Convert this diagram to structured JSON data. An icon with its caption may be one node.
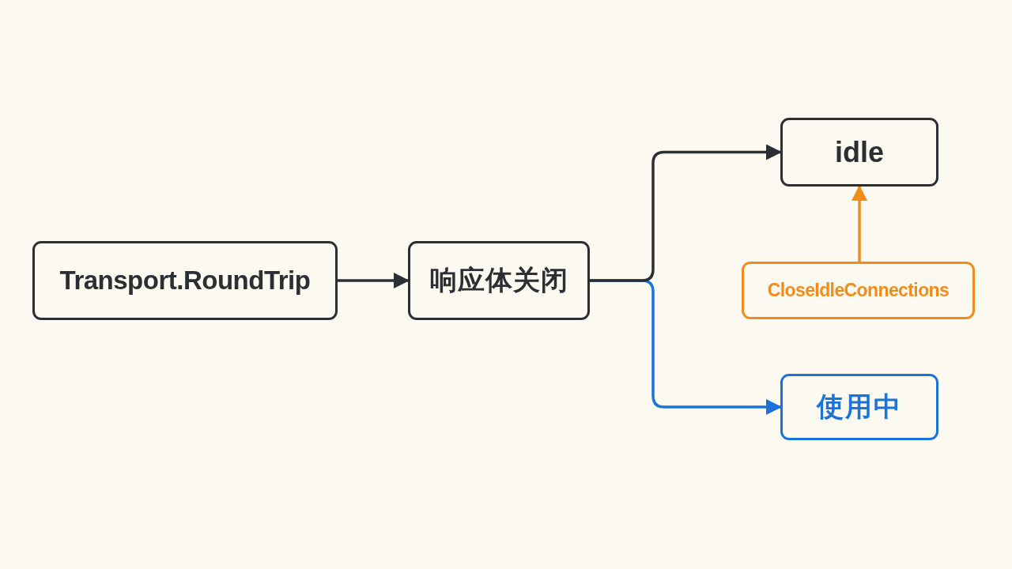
{
  "diagram": {
    "nodes": [
      {
        "text": [
          "Transport.RoundTrip"
        ]
      },
      {
        "text": [
          "响应体关闭"
        ]
      },
      {
        "text": [
          "idle"
        ]
      },
      {
        "text": [
          "CloseIdleConnections"
        ]
      },
      {
        "text": [
          "使用中"
        ]
      }
    ],
    "edges": [
      {
        "from": 0,
        "to": 1,
        "arrow": "to"
      },
      {
        "from": 1,
        "to": 2,
        "arrow": "to"
      },
      {
        "from": 1,
        "to": 4,
        "arrow": "to",
        "color": "#1a73d9"
      },
      {
        "from": 3,
        "to": 2,
        "arrow": "to",
        "color": "#f08c1a"
      }
    ]
  }
}
